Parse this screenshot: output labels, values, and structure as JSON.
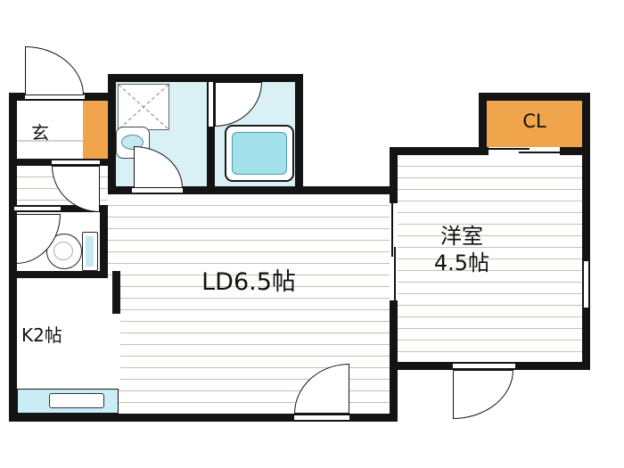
{
  "rooms": {
    "entrance": {
      "label": "玄"
    },
    "closet": {
      "label": "CL"
    },
    "living_dining": {
      "label": "LD6.5帖"
    },
    "western_room": {
      "name": "洋室",
      "size": "4.5帖"
    },
    "kitchen": {
      "label": "K2帖"
    }
  },
  "icons": [
    "door-swing-arc",
    "sliding-door",
    "window-opening",
    "bathtub-icon",
    "washbasin-icon",
    "toilet-icon",
    "washing-machine-pan-icon",
    "kitchen-sink-icon",
    "shoe-cabinet"
  ],
  "colors": {
    "wall": "#141414",
    "accent-orange": "#f0a44c",
    "wet-area": "#d9f1f5",
    "tub": "#a2e0ea",
    "counter": "#c9eef5",
    "floor-line": "#c9c0b4"
  }
}
